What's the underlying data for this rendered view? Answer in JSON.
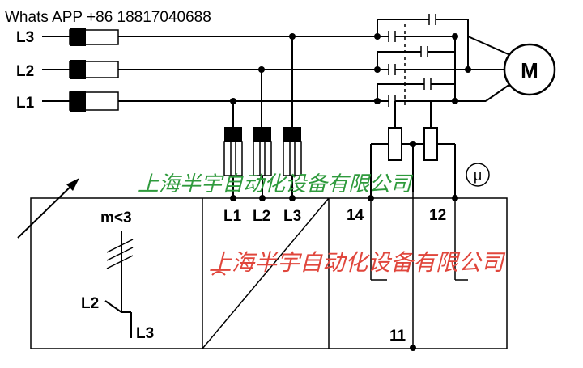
{
  "header": {
    "contact": "Whats APP +86 18817040688"
  },
  "phases": {
    "l3": "L3",
    "l2": "L2",
    "l1": "L1"
  },
  "motor": {
    "label": "M"
  },
  "relay": {
    "terminal_l1": "L1",
    "terminal_l2": "L2",
    "terminal_l3": "L3",
    "mu_symbol": "μ",
    "contact_14": "14",
    "contact_12": "12",
    "contact_11": "11",
    "condition": "m<3",
    "graph_l2": "L2",
    "graph_l3": "L3"
  },
  "watermarks": {
    "green": "上海半宇自动化设备有限公司",
    "red": "上海半宇自动化设备有限公司"
  },
  "colors": {
    "watermark_green": "#2e9a3c",
    "watermark_red": "#e0463c",
    "line": "#000000"
  }
}
